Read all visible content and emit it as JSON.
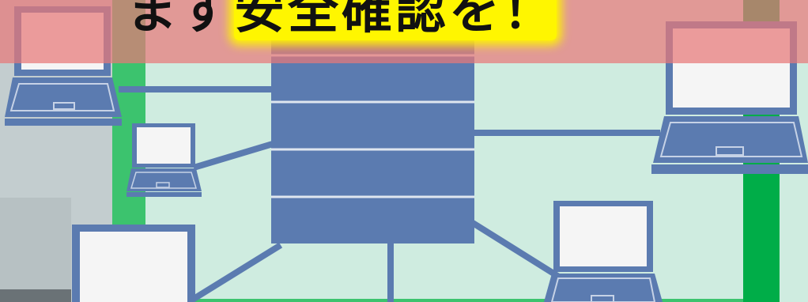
{
  "headline": {
    "plain_text": "まず",
    "highlight_text": "安全確認を！"
  },
  "colors": {
    "device_blue": "#5b7bb0",
    "screen_white": "#f5f5f5",
    "banner_red": "#e87878",
    "highlight_yellow": "#fff600",
    "green_band": "#00ad48",
    "mint_background": "#cfece0"
  },
  "icons": [
    "laptop-icon",
    "server-rack-icon",
    "network-cable"
  ]
}
